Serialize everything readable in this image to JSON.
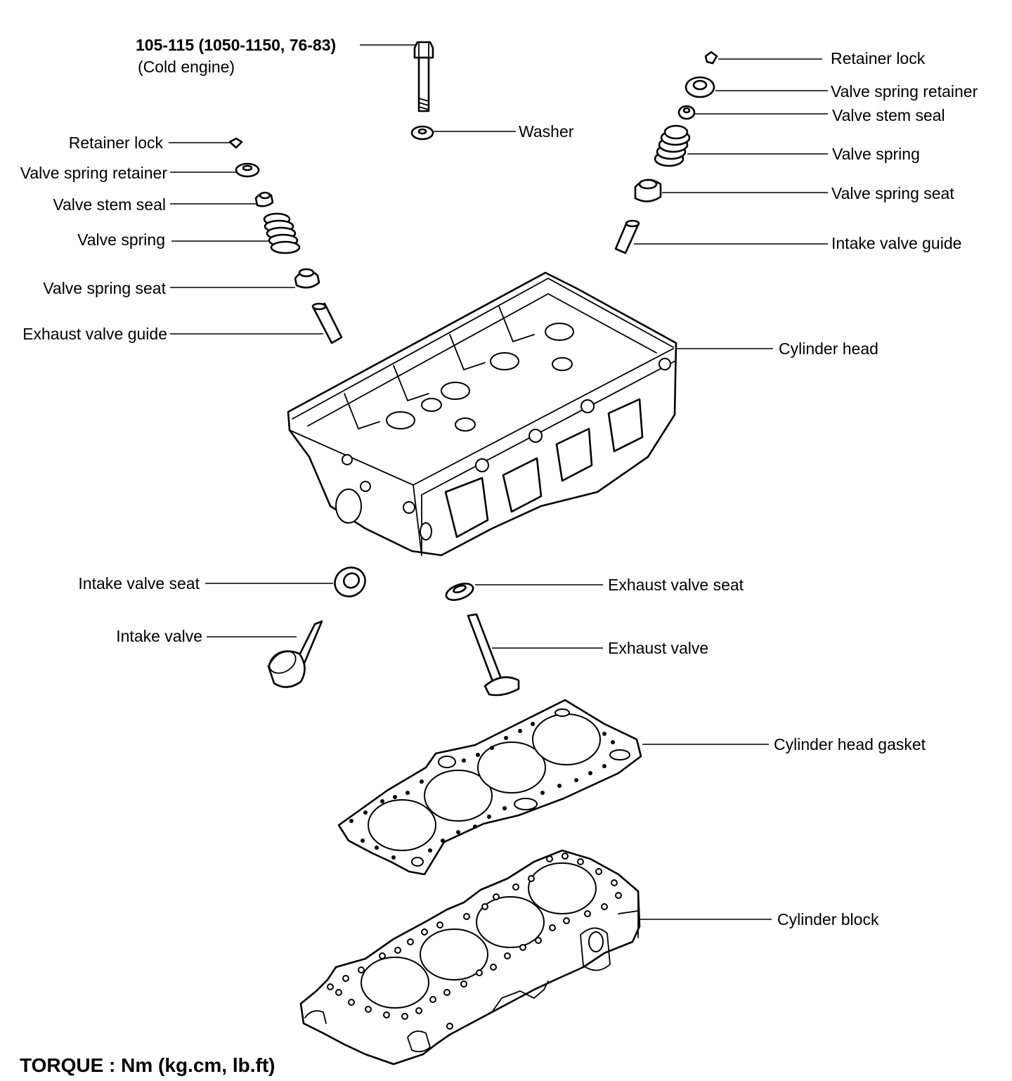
{
  "torque_spec": {
    "value": "105-115 (1050-1150, 76-83)",
    "note": "(Cold engine)"
  },
  "labels": {
    "washer": "Washer",
    "left_retainer_lock": "Retainer lock",
    "left_valve_spring_retainer": "Valve spring retainer",
    "left_valve_stem_seal": "Valve stem seal",
    "left_valve_spring": "Valve spring",
    "left_valve_spring_seat": "Valve spring seat",
    "exhaust_valve_guide": "Exhaust valve guide",
    "right_retainer_lock": "Retainer lock",
    "right_valve_spring_retainer": "Valve spring retainer",
    "right_valve_stem_seal": "Valve stem seal",
    "right_valve_spring": "Valve spring",
    "right_valve_spring_seat": "Valve spring seat",
    "intake_valve_guide": "Intake valve guide",
    "cylinder_head": "Cylinder head",
    "intake_valve_seat": "Intake valve seat",
    "exhaust_valve_seat": "Exhaust valve seat",
    "intake_valve": "Intake valve",
    "exhaust_valve": "Exhaust valve",
    "cylinder_head_gasket": "Cylinder head gasket",
    "cylinder_block": "Cylinder block"
  },
  "footer": {
    "units": "TORQUE : Nm (kg.cm, lb.ft)"
  }
}
